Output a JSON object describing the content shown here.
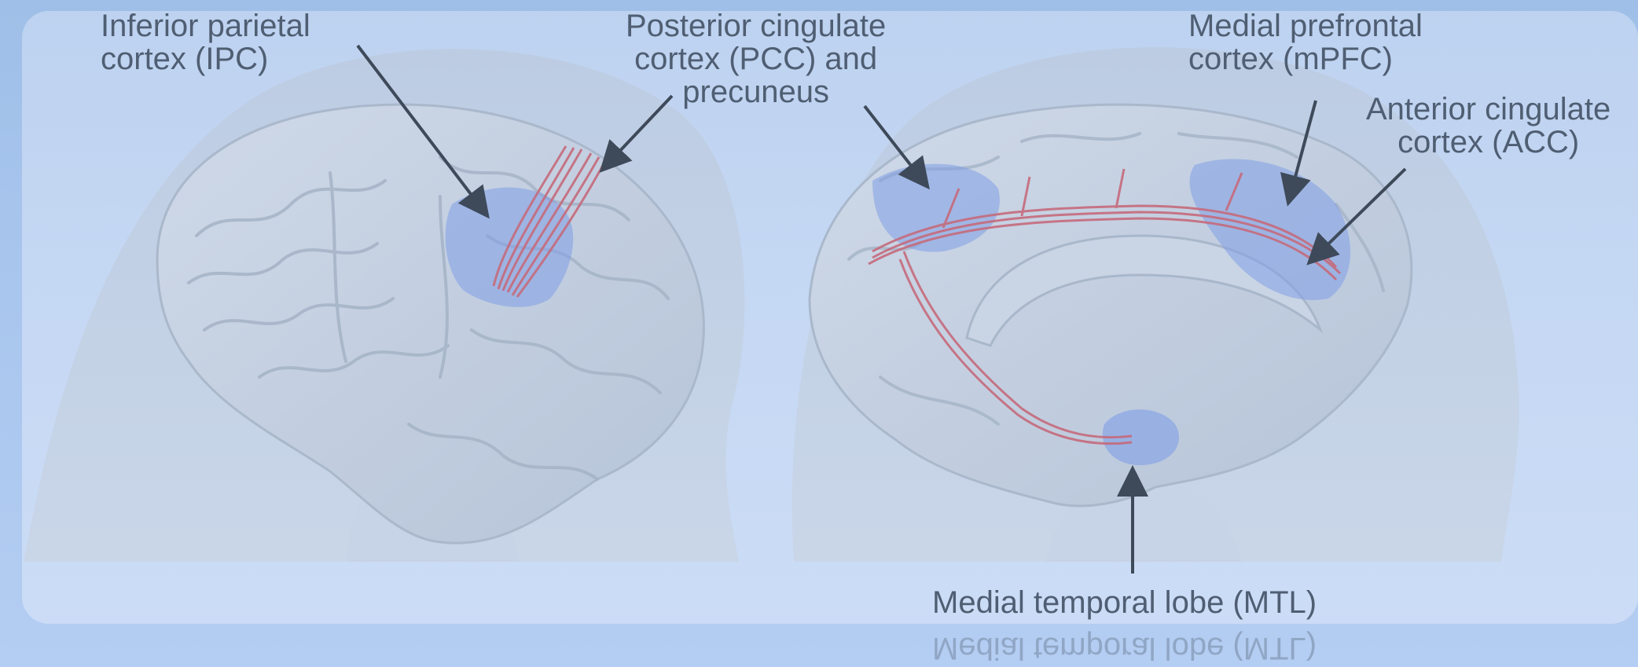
{
  "labels": {
    "ipc": "Inferior parietal\ncortex (IPC)",
    "pcc": "Posterior cingulate\ncortex (PCC) and\nprecuneus",
    "mpfc": "Medial prefrontal\ncortex (mPFC)",
    "acc": "Anterior cingulate\ncortex (ACC)",
    "mtl": "Medial temporal lobe (MTL)"
  },
  "colors": {
    "background": "#a9c6ee",
    "brain": "#c4d1e3",
    "head": "#b9c8dc",
    "region_highlight": "#7f9ee6",
    "fiber_tracts": "#c56b7c",
    "arrow": "#3e4a5a",
    "label_text": "#4f5e72"
  }
}
